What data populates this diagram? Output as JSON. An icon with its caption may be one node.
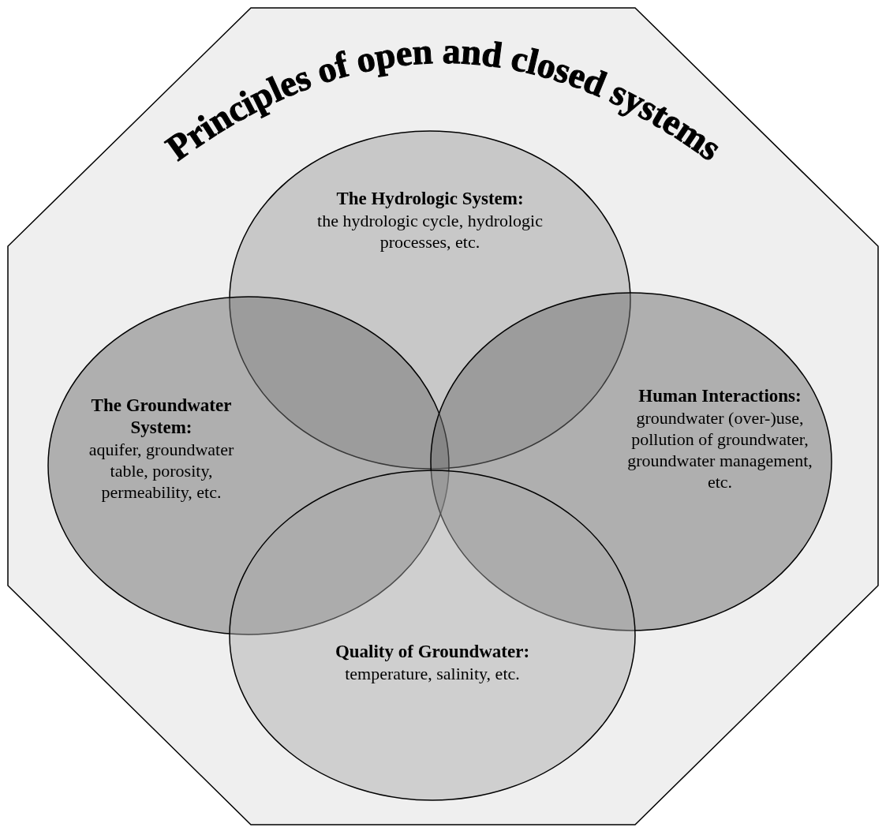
{
  "diagram": {
    "nodes": [
      {
        "text": [
          "Principles of open and closed systems"
        ]
      },
      {
        "text": [
          "The Hydrologic System:",
          "the hydrologic cycle, hydrologic processes, etc."
        ],
        "in": 0
      },
      {
        "text": [
          "The Groundwater System:",
          "aquifer, groundwater table, porosity, permeability, etc."
        ],
        "in": 0
      },
      {
        "text": [
          "Human Interactions:",
          "groundwater (over-)use, pollution of groundwater, groundwater management, etc."
        ],
        "in": 0
      },
      {
        "text": [
          "Quality of Groundwater:",
          "temperature, salinity, etc."
        ],
        "in": 0
      }
    ]
  }
}
